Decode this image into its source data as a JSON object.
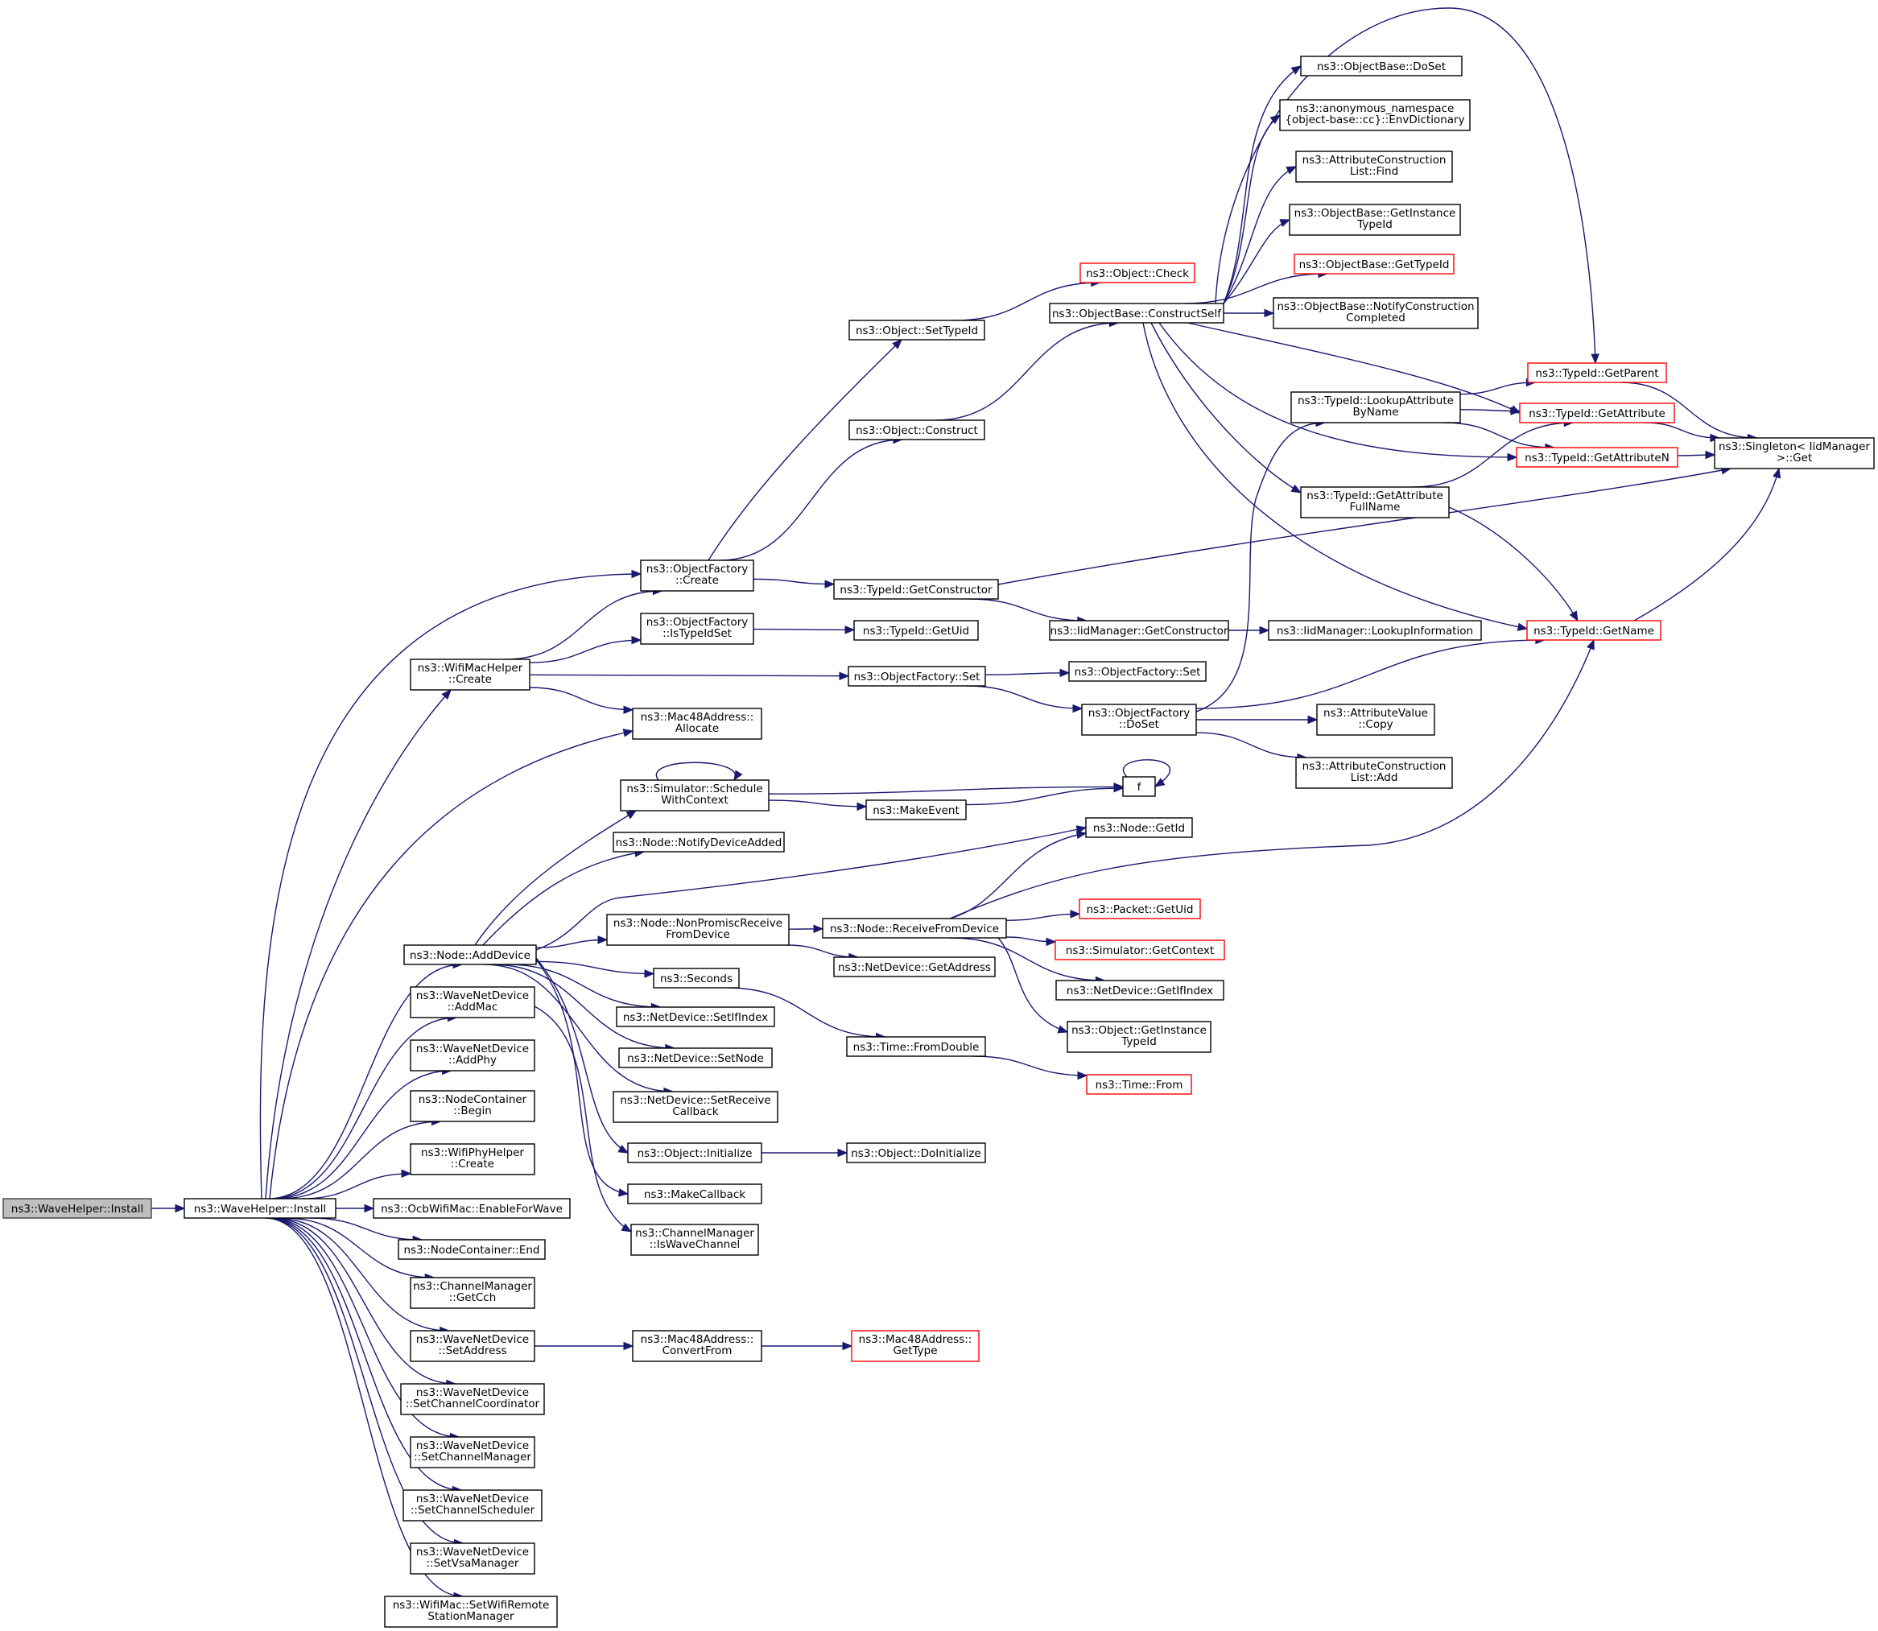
{
  "colors": {
    "edge": "#191970",
    "root_fill": "#bfbfbf",
    "truncated_border": "#ff0000",
    "node_border": "#000000"
  },
  "nodes": [
    {
      "id": "wh_install_root",
      "lines": [
        "ns3::WaveHelper::Install"
      ],
      "kind": "root"
    },
    {
      "id": "wh_install",
      "lines": [
        "ns3::WaveHelper::Install"
      ]
    },
    {
      "id": "obase_doset",
      "lines": [
        "ns3::ObjectBase::DoSet"
      ]
    },
    {
      "id": "env_dict",
      "lines": [
        "ns3::anonymous_namespace",
        "{object-base::cc}::EnvDictionary"
      ]
    },
    {
      "id": "acl_find",
      "lines": [
        "ns3::AttributeConstruction",
        "List::Find"
      ]
    },
    {
      "id": "get_instance_typeid",
      "lines": [
        "ns3::ObjectBase::GetInstance",
        "TypeId"
      ]
    },
    {
      "id": "obase_gettypeid",
      "lines": [
        "ns3::ObjectBase::GetTypeId"
      ],
      "kind": "truncated"
    },
    {
      "id": "notify_constr",
      "lines": [
        "ns3::ObjectBase::NotifyConstruction",
        "Completed"
      ]
    },
    {
      "id": "obj_check",
      "lines": [
        "ns3::Object::Check"
      ],
      "kind": "truncated"
    },
    {
      "id": "construct_self",
      "lines": [
        "ns3::ObjectBase::ConstructSelf"
      ]
    },
    {
      "id": "obj_settypeid",
      "lines": [
        "ns3::Object::SetTypeId"
      ]
    },
    {
      "id": "typeid_getparent",
      "lines": [
        "ns3::TypeId::GetParent"
      ],
      "kind": "truncated"
    },
    {
      "id": "lookup_attr",
      "lines": [
        "ns3::TypeId::LookupAttribute",
        "ByName"
      ]
    },
    {
      "id": "typeid_getattr",
      "lines": [
        "ns3::TypeId::GetAttribute"
      ],
      "kind": "truncated"
    },
    {
      "id": "singleton_get",
      "lines": [
        "ns3::Singleton< IidManager",
        ">::Get"
      ]
    },
    {
      "id": "obj_construct",
      "lines": [
        "ns3::Object::Construct"
      ]
    },
    {
      "id": "typeid_getattrn",
      "lines": [
        "ns3::TypeId::GetAttributeN"
      ],
      "kind": "truncated"
    },
    {
      "id": "attr_fullname",
      "lines": [
        "ns3::TypeId::GetAttribute",
        "FullName"
      ]
    },
    {
      "id": "of_create",
      "lines": [
        "ns3::ObjectFactory",
        "::Create"
      ]
    },
    {
      "id": "typeid_getconstructor",
      "lines": [
        "ns3::TypeId::GetConstructor"
      ]
    },
    {
      "id": "iid_getconstructor",
      "lines": [
        "ns3::IidManager::GetConstructor"
      ]
    },
    {
      "id": "iid_lookupinfo",
      "lines": [
        "ns3::IidManager::LookupInformation"
      ]
    },
    {
      "id": "typeid_getname",
      "lines": [
        "ns3::TypeId::GetName"
      ],
      "kind": "truncated"
    },
    {
      "id": "of_istypeidset",
      "lines": [
        "ns3::ObjectFactory",
        "::IsTypeIdSet"
      ]
    },
    {
      "id": "typeid_getuid",
      "lines": [
        "ns3::TypeId::GetUid"
      ]
    },
    {
      "id": "wmh_create",
      "lines": [
        "ns3::WifiMacHelper",
        "::Create"
      ]
    },
    {
      "id": "of_set_1",
      "lines": [
        "ns3::ObjectFactory::Set"
      ]
    },
    {
      "id": "of_set_2",
      "lines": [
        "ns3::ObjectFactory::Set"
      ]
    },
    {
      "id": "mac48_allocate",
      "lines": [
        "ns3::Mac48Address::",
        "Allocate"
      ]
    },
    {
      "id": "of_doset",
      "lines": [
        "ns3::ObjectFactory",
        "::DoSet"
      ]
    },
    {
      "id": "av_copy",
      "lines": [
        "ns3::AttributeValue",
        "::Copy"
      ]
    },
    {
      "id": "acl_add",
      "lines": [
        "ns3::AttributeConstruction",
        "List::Add"
      ]
    },
    {
      "id": "f",
      "lines": [
        "f"
      ]
    },
    {
      "id": "sim_schedule",
      "lines": [
        "ns3::Simulator::Schedule",
        "WithContext"
      ]
    },
    {
      "id": "make_event",
      "lines": [
        "ns3::MakeEvent"
      ]
    },
    {
      "id": "node_notify",
      "lines": [
        "ns3::Node::NotifyDeviceAdded"
      ]
    },
    {
      "id": "node_getid",
      "lines": [
        "ns3::Node::GetId"
      ]
    },
    {
      "id": "node_nonpromisc",
      "lines": [
        "ns3::Node::NonPromiscReceive",
        "FromDevice"
      ]
    },
    {
      "id": "node_receive",
      "lines": [
        "ns3::Node::ReceiveFromDevice"
      ]
    },
    {
      "id": "packet_getuid",
      "lines": [
        "ns3::Packet::GetUid"
      ],
      "kind": "truncated"
    },
    {
      "id": "node_adddevice",
      "lines": [
        "ns3::Node::AddDevice"
      ]
    },
    {
      "id": "sim_getcontext",
      "lines": [
        "ns3::Simulator::GetContext"
      ],
      "kind": "truncated"
    },
    {
      "id": "netdev_getaddress",
      "lines": [
        "ns3::NetDevice::GetAddress"
      ]
    },
    {
      "id": "seconds",
      "lines": [
        "ns3::Seconds"
      ]
    },
    {
      "id": "netdev_getifindex",
      "lines": [
        "ns3::NetDevice::GetIfIndex"
      ]
    },
    {
      "id": "wnd_addmac",
      "lines": [
        "ns3::WaveNetDevice",
        "::AddMac"
      ]
    },
    {
      "id": "netdev_setifindex",
      "lines": [
        "ns3::NetDevice::SetIfIndex"
      ]
    },
    {
      "id": "obj_getinstancetypeid",
      "lines": [
        "ns3::Object::GetInstance",
        "TypeId"
      ]
    },
    {
      "id": "time_fromdouble",
      "lines": [
        "ns3::Time::FromDouble"
      ]
    },
    {
      "id": "wnd_addphy",
      "lines": [
        "ns3::WaveNetDevice",
        "::AddPhy"
      ]
    },
    {
      "id": "netdev_setnode",
      "lines": [
        "ns3::NetDevice::SetNode"
      ]
    },
    {
      "id": "time_from",
      "lines": [
        "ns3::Time::From"
      ],
      "kind": "truncated"
    },
    {
      "id": "nc_begin",
      "lines": [
        "ns3::NodeContainer",
        "::Begin"
      ]
    },
    {
      "id": "netdev_setreceive",
      "lines": [
        "ns3::NetDevice::SetReceive",
        "Callback"
      ]
    },
    {
      "id": "obj_initialize",
      "lines": [
        "ns3::Object::Initialize"
      ]
    },
    {
      "id": "obj_doinitialize",
      "lines": [
        "ns3::Object::DoInitialize"
      ]
    },
    {
      "id": "wph_create",
      "lines": [
        "ns3::WifiPhyHelper",
        "::Create"
      ]
    },
    {
      "id": "make_callback",
      "lines": [
        "ns3::MakeCallback"
      ]
    },
    {
      "id": "ocb_enableforwave",
      "lines": [
        "ns3::OcbWifiMac::EnableForWave"
      ]
    },
    {
      "id": "nc_end",
      "lines": [
        "ns3::NodeContainer::End"
      ]
    },
    {
      "id": "cm_iswavechannel",
      "lines": [
        "ns3::ChannelManager",
        "::IsWaveChannel"
      ]
    },
    {
      "id": "cm_getcch",
      "lines": [
        "ns3::ChannelManager",
        "::GetCch"
      ]
    },
    {
      "id": "wnd_setaddress",
      "lines": [
        "ns3::WaveNetDevice",
        "::SetAddress"
      ]
    },
    {
      "id": "mac48_convertfrom",
      "lines": [
        "ns3::Mac48Address::",
        "ConvertFrom"
      ]
    },
    {
      "id": "mac48_gettype",
      "lines": [
        "ns3::Mac48Address::",
        "GetType"
      ],
      "kind": "truncated"
    },
    {
      "id": "wnd_setchcoord",
      "lines": [
        "ns3::WaveNetDevice",
        "::SetChannelCoordinator"
      ]
    },
    {
      "id": "wnd_setchmgr",
      "lines": [
        "ns3::WaveNetDevice",
        "::SetChannelManager"
      ]
    },
    {
      "id": "wnd_setchsched",
      "lines": [
        "ns3::WaveNetDevice",
        "::SetChannelScheduler"
      ]
    },
    {
      "id": "wnd_setvsamgr",
      "lines": [
        "ns3::WaveNetDevice",
        "::SetVsaManager"
      ]
    },
    {
      "id": "wifimac_setwrsm",
      "lines": [
        "ns3::WifiMac::SetWifiRemote",
        "StationManager"
      ]
    }
  ]
}
